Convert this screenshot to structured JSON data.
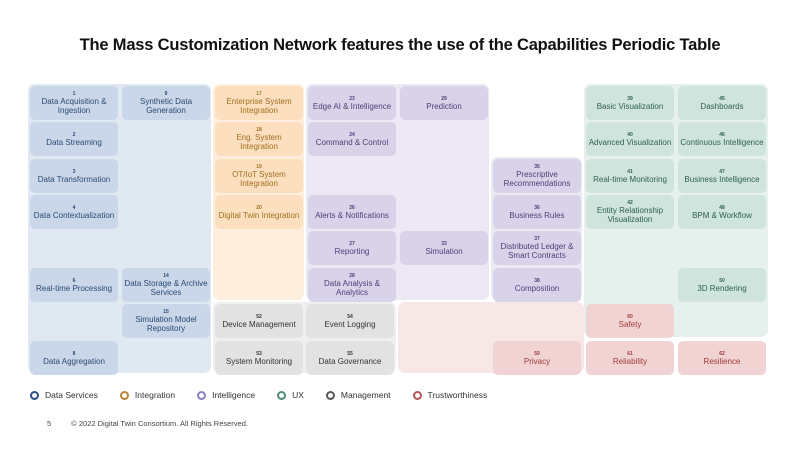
{
  "title": "The Mass Customization Network features the use of the Capabilities Periodic Table",
  "colors": {
    "data_services": "#2b4f87",
    "integration": "#b8843a",
    "intelligence": "#8a7fc0",
    "ux": "#4e8b78",
    "management": "#555555",
    "trustworthiness": "#b45454"
  },
  "cells": [
    {
      "num": "1",
      "name": "Data Acquisition & Ingestion",
      "cat": "ds"
    },
    {
      "num": "2",
      "name": "Data Streaming",
      "cat": "ds"
    },
    {
      "num": "3",
      "name": "Data Transformation",
      "cat": "ds"
    },
    {
      "num": "4",
      "name": "Data Contextualization",
      "cat": "ds"
    },
    {
      "num": "6",
      "name": "Real-time Processing",
      "cat": "ds"
    },
    {
      "num": "8",
      "name": "Data Aggregation",
      "cat": "ds"
    },
    {
      "num": "9",
      "name": "Synthetic Data Generation",
      "cat": "ds"
    },
    {
      "num": "14",
      "name": "Data Storage & Archive Services",
      "cat": "ds"
    },
    {
      "num": "15",
      "name": "Simulation Model Repository",
      "cat": "ds"
    },
    {
      "num": "17",
      "name": "Enterprise System Integration",
      "cat": "in"
    },
    {
      "num": "18",
      "name": "Eng. System Integration",
      "cat": "in"
    },
    {
      "num": "19",
      "name": "OT/IoT System Integration",
      "cat": "in"
    },
    {
      "num": "20",
      "name": "Digital Twin Integration",
      "cat": "in"
    },
    {
      "num": "23",
      "name": "Edge AI & Intelligence",
      "cat": "it"
    },
    {
      "num": "24",
      "name": "Command & Control",
      "cat": "it"
    },
    {
      "num": "26",
      "name": "Alerts & Notifications",
      "cat": "it"
    },
    {
      "num": "27",
      "name": "Reporting",
      "cat": "it"
    },
    {
      "num": "28",
      "name": "Data Analysis & Analytics",
      "cat": "it"
    },
    {
      "num": "29",
      "name": "Prediction",
      "cat": "it"
    },
    {
      "num": "33",
      "name": "Simulation",
      "cat": "it"
    },
    {
      "num": "35",
      "name": "Prescriptive Recommendations",
      "cat": "it"
    },
    {
      "num": "36",
      "name": "Business Rules",
      "cat": "it"
    },
    {
      "num": "37",
      "name": "Distributed Ledger & Smart Contracts",
      "cat": "it"
    },
    {
      "num": "38",
      "name": "Composition",
      "cat": "it"
    },
    {
      "num": "39",
      "name": "Basic Visualization",
      "cat": "ux"
    },
    {
      "num": "40",
      "name": "Advanced Visualization",
      "cat": "ux"
    },
    {
      "num": "41",
      "name": "Real-time Monitoring",
      "cat": "ux"
    },
    {
      "num": "42",
      "name": "Entity Relationship Visualization",
      "cat": "ux"
    },
    {
      "num": "45",
      "name": "Dashboards",
      "cat": "ux"
    },
    {
      "num": "46",
      "name": "Continuous Intelligence",
      "cat": "ux"
    },
    {
      "num": "47",
      "name": "Business Intelligence",
      "cat": "ux"
    },
    {
      "num": "48",
      "name": "BPM & Workflow",
      "cat": "ux"
    },
    {
      "num": "50",
      "name": "3D Rendering",
      "cat": "ux"
    },
    {
      "num": "52",
      "name": "Device Management",
      "cat": "mg"
    },
    {
      "num": "53",
      "name": "System Monitoring",
      "cat": "mg"
    },
    {
      "num": "54",
      "name": "Event Logging",
      "cat": "mg"
    },
    {
      "num": "55",
      "name": "Data Governance",
      "cat": "mg"
    },
    {
      "num": "59",
      "name": "Privacy",
      "cat": "tw"
    },
    {
      "num": "60",
      "name": "Safety",
      "cat": "tw"
    },
    {
      "num": "61",
      "name": "Reliability",
      "cat": "tw"
    },
    {
      "num": "62",
      "name": "Resilience",
      "cat": "tw"
    }
  ],
  "legend": [
    {
      "label": "Data Services",
      "color": "#2b4f87"
    },
    {
      "label": "Integration",
      "color": "#b8843a"
    },
    {
      "label": "Intelligence",
      "color": "#8a7fc0"
    },
    {
      "label": "UX",
      "color": "#4e8b78"
    },
    {
      "label": "Management",
      "color": "#555555"
    },
    {
      "label": "Trustworthiness",
      "color": "#b45454"
    }
  ],
  "footer": {
    "page_number": "5",
    "copyright": "© 2022 Digital Twin Consortium. All Rights Reserved."
  }
}
